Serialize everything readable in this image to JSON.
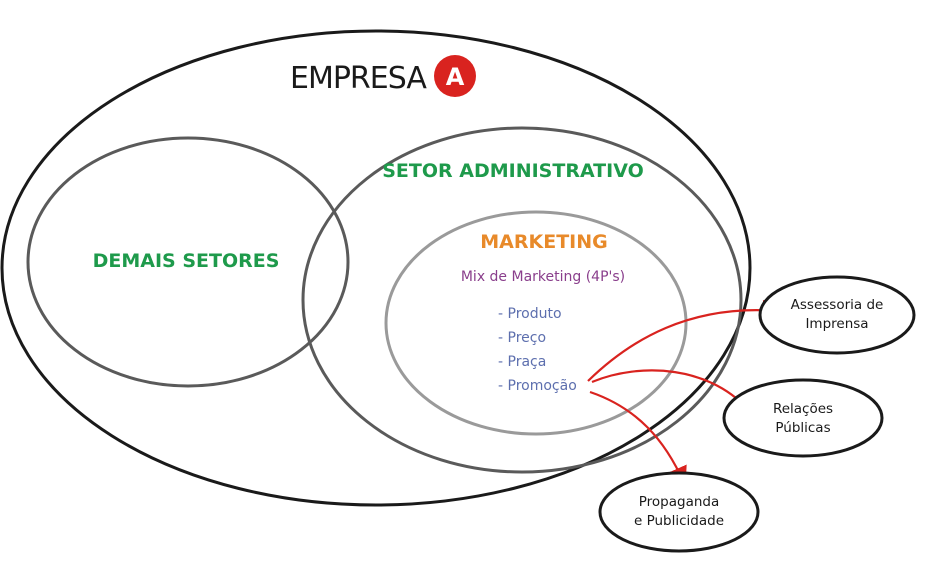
{
  "company": {
    "title": "EMPRESA",
    "badge": "A"
  },
  "sectors": {
    "other": "DEMAIS SETORES",
    "admin": "SETOR ADMINISTRATIVO"
  },
  "marketing": {
    "title": "MARKETING",
    "subtitle": "Mix de Marketing (4P's)",
    "items": [
      "- Produto",
      "- Preço",
      "- Praça",
      "- Promoção"
    ]
  },
  "outputs": [
    {
      "line1": "Assessoria de",
      "line2": "Imprensa"
    },
    {
      "line1": "Relações",
      "line2": "Públicas"
    },
    {
      "line1": "Propaganda",
      "line2": "e Publicidade"
    }
  ],
  "colors": {
    "badge": "#d9231f",
    "arrow": "#d9231f",
    "green": "#1e9a4b",
    "orange": "#e88a2a",
    "purple": "#8a3f8c",
    "blue": "#5d6fae"
  }
}
